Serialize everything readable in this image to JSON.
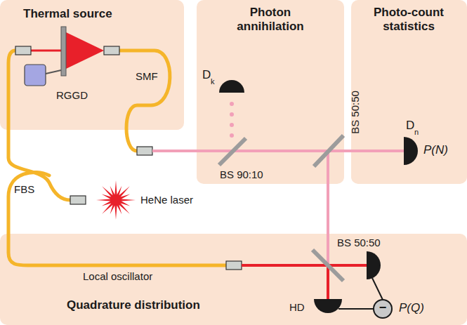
{
  "diagram": {
    "nodes": [
      {
        "text": [
          "Thermal source"
        ]
      },
      {
        "text": [
          "Photon annihilation"
        ]
      },
      {
        "text": [
          "Photo-count statistics"
        ]
      },
      {
        "text": [
          "Quadrature distribution"
        ]
      }
    ],
    "labels": [
      "RGGD",
      "SMF",
      "FBS",
      "HeNe laser",
      "D",
      "k",
      "BS 90:10",
      "BS 50:50",
      "D",
      "n",
      "P(N)",
      "Local oscillator",
      "BS 50:50",
      "HD",
      "−",
      "P(Q)"
    ]
  }
}
